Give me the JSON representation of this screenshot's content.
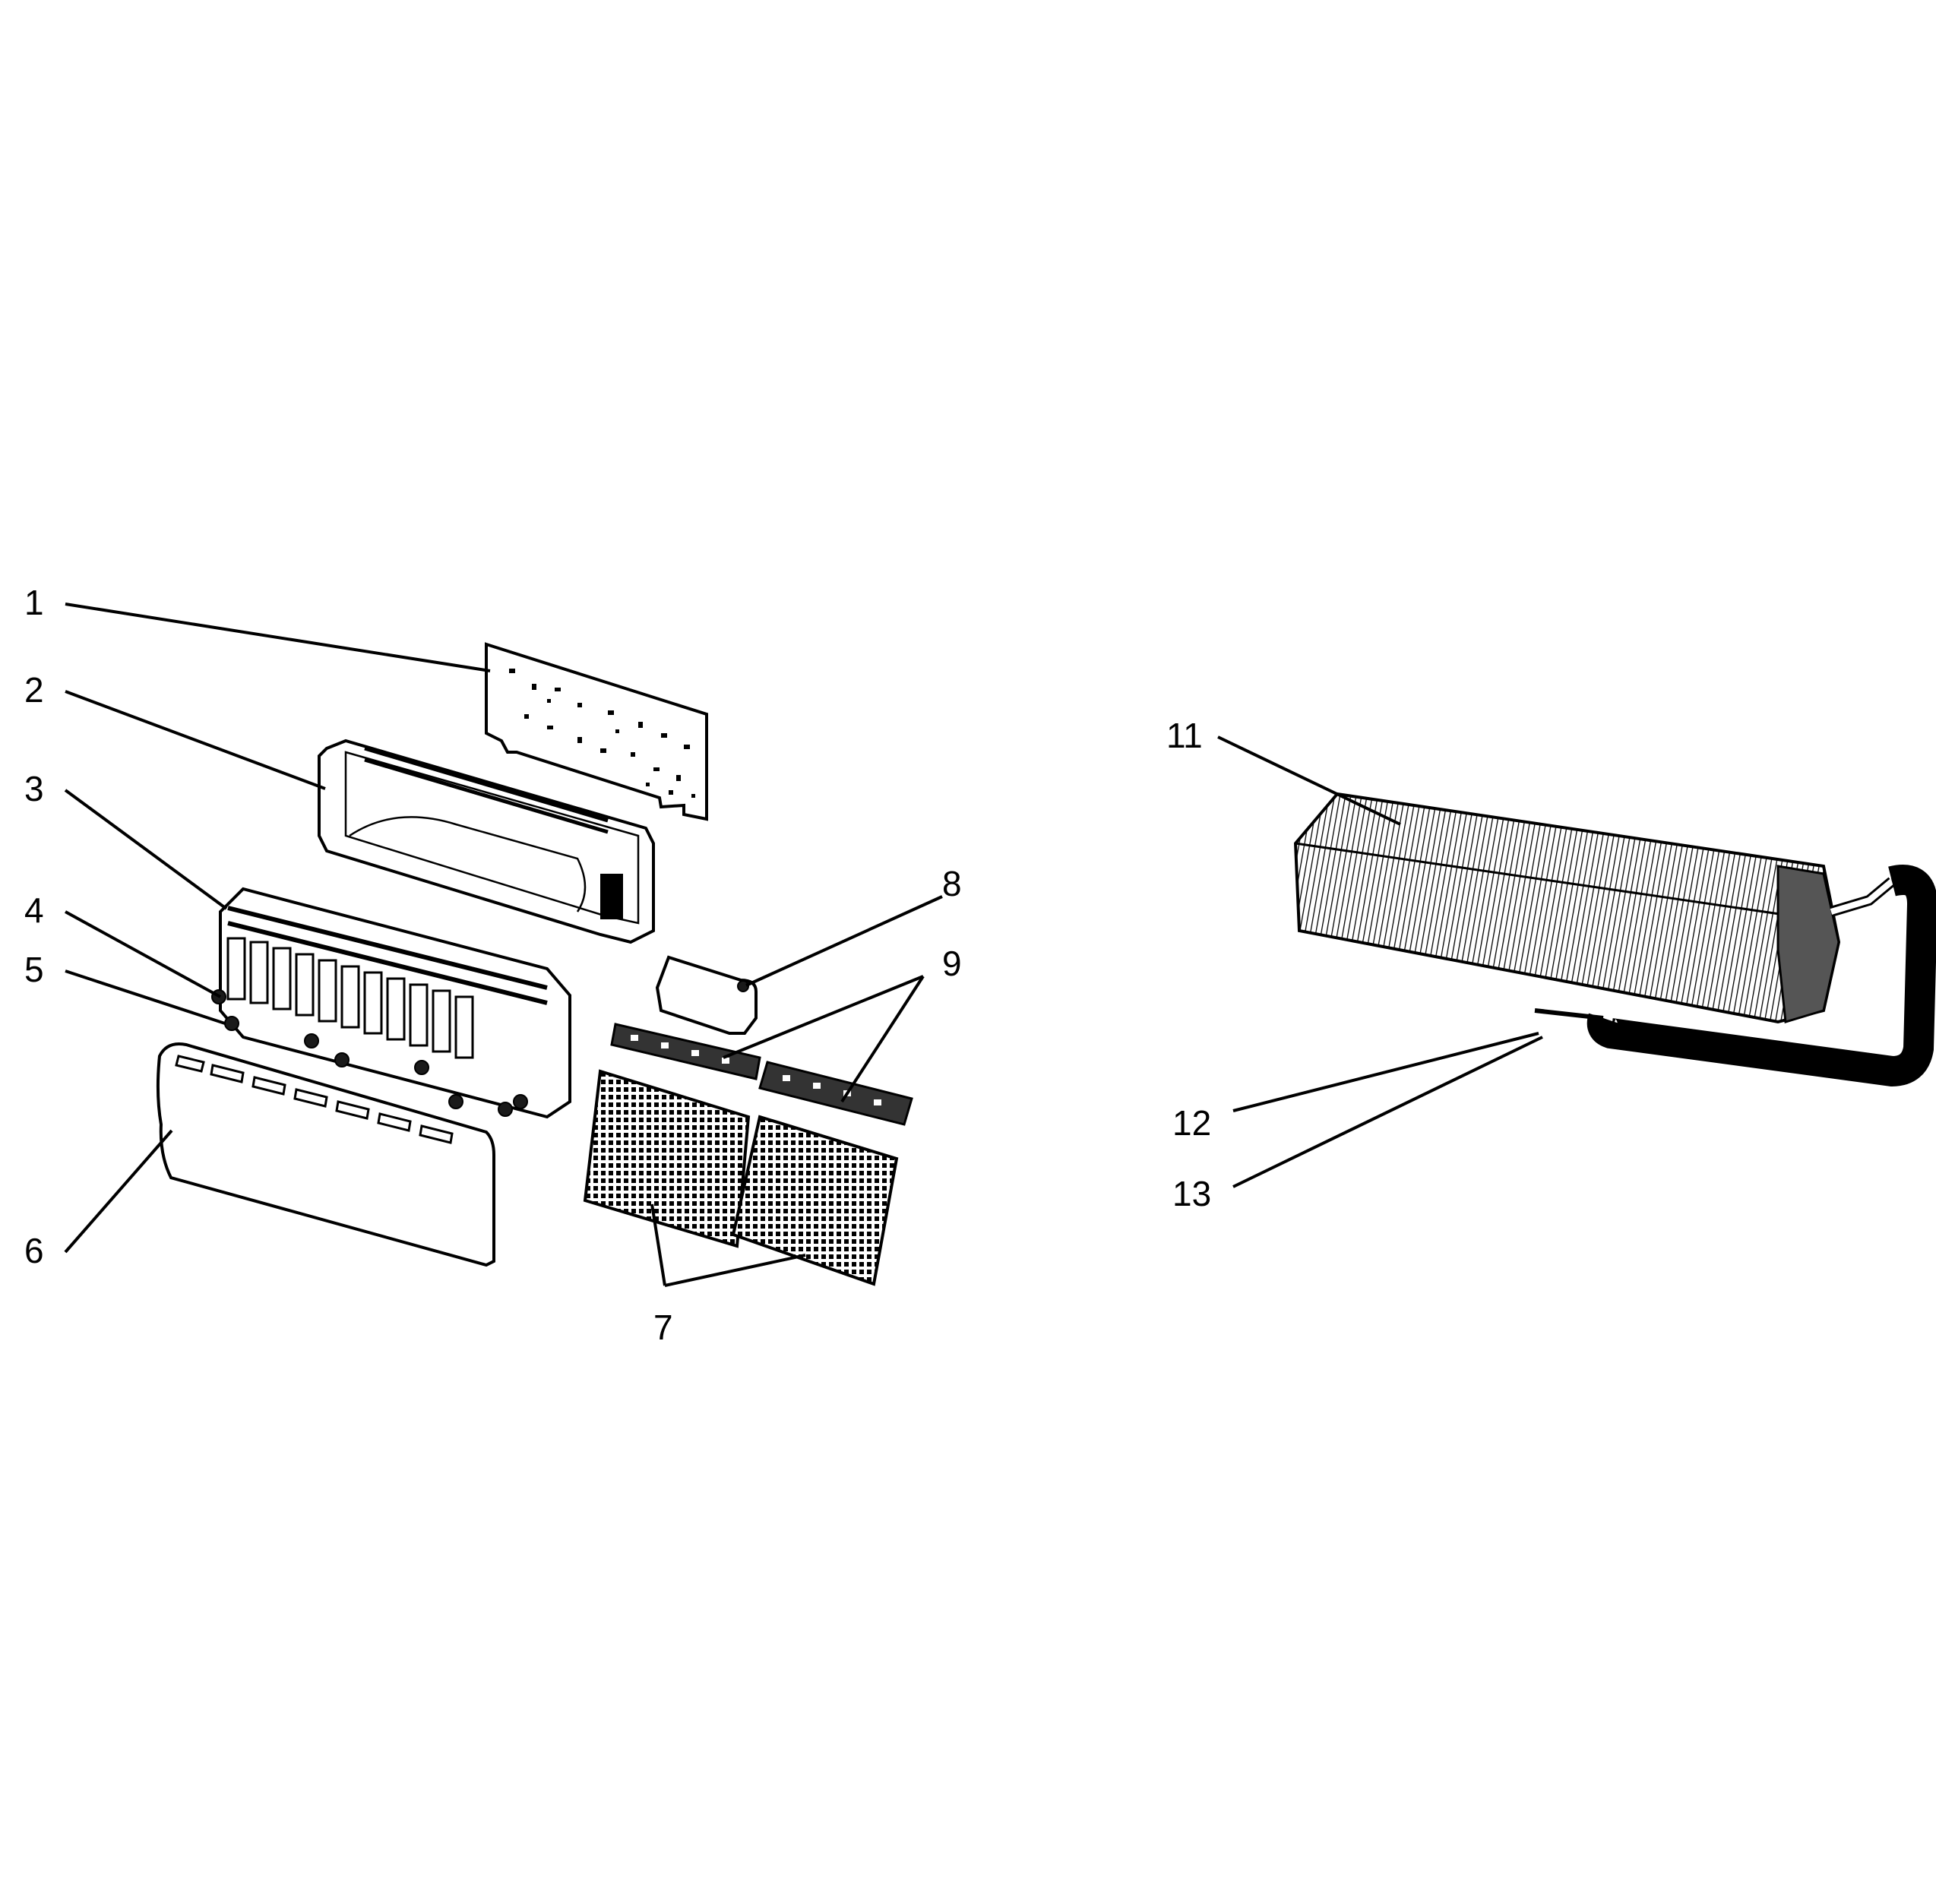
{
  "colors": {
    "ink": "#000000",
    "paper": "#ffffff"
  },
  "callouts": {
    "c1": "1",
    "c2": "2",
    "c3": "3",
    "c4": "4",
    "c5": "5",
    "c6": "6",
    "c7": "7",
    "c8": "8",
    "c9": "9",
    "c11": "11",
    "c12": "12",
    "c13": "13"
  }
}
